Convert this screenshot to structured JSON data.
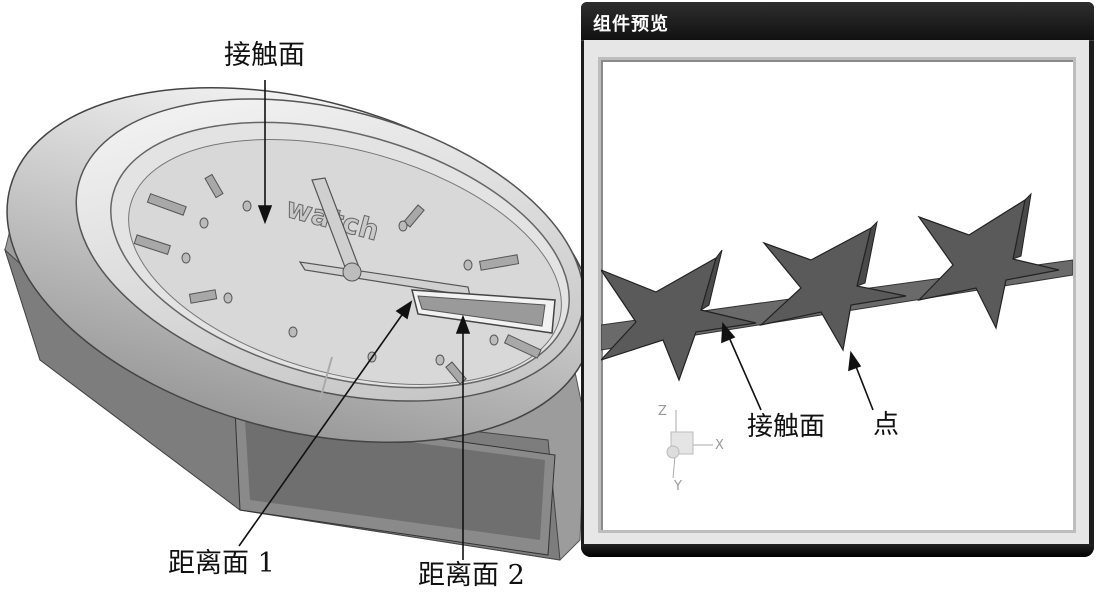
{
  "callouts": {
    "contact_face": "接触面",
    "distance_face_1": "距离面 1",
    "distance_face_2": "距离面 2"
  },
  "watch": {
    "brand_text": "watch"
  },
  "preview": {
    "title": "组件预览",
    "labels": {
      "contact_face": "接触面",
      "point": "点"
    },
    "triad": {
      "z": "Z",
      "x": "X",
      "y": "Y"
    }
  },
  "colors": {
    "titlebar": "#1c1c1c",
    "star_face": "#5a5a5a",
    "watch_face": "#d8d8d8"
  }
}
